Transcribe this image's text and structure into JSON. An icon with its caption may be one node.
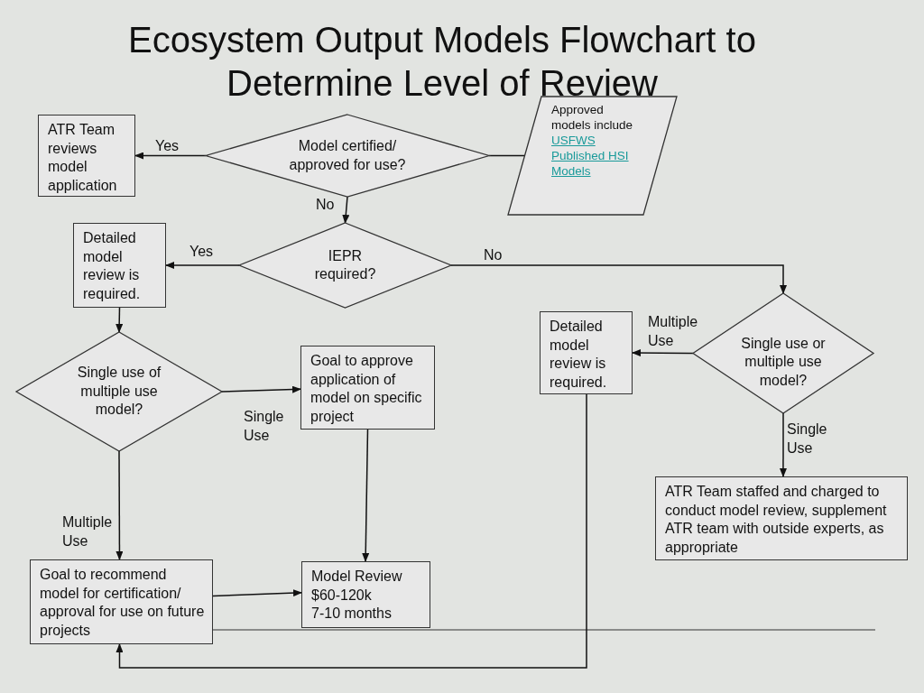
{
  "diagram": {
    "title": "Ecosystem Output Models Flowchart to Determine Level of Review",
    "nodes": [
      {
        "text": [
          "ATR Team reviews model application"
        ]
      },
      {
        "text": [
          "Model certified/ approved for use?"
        ]
      },
      {
        "text": [
          "Approved models include",
          "USFWS Published HSI Models"
        ]
      },
      {
        "text": [
          "Detailed model review is required."
        ]
      },
      {
        "text": [
          "IEPR required?"
        ]
      },
      {
        "text": [
          "Detailed model review is required."
        ]
      },
      {
        "text": [
          "Single use or multiple use model?"
        ]
      },
      {
        "text": [
          "Single use of multiple use model?"
        ]
      },
      {
        "text": [
          "Goal to approve application of model on specific project"
        ]
      },
      {
        "text": [
          "ATR Team staffed and charged to conduct model review, supplement ATR team with outside experts, as appropriate"
        ]
      },
      {
        "text": [
          "Goal to recommend model for certification/ approval for use on future projects"
        ]
      },
      {
        "text": [
          "Model Review",
          "$60-120k",
          "7-10 months"
        ]
      }
    ],
    "edges": [
      {
        "from": 1,
        "to": 0,
        "arrow": "to",
        "label": "Yes"
      },
      {
        "from": 1,
        "to": 4,
        "arrow": "to",
        "label": "No"
      },
      {
        "from": 1,
        "to": 2,
        "arrow": "none"
      },
      {
        "from": 4,
        "to": 3,
        "arrow": "to",
        "label": "Yes"
      },
      {
        "from": 4,
        "to": 6,
        "arrow": "to",
        "label": "No"
      },
      {
        "from": 6,
        "to": 5,
        "arrow": "to",
        "label": "Multiple Use"
      },
      {
        "from": 6,
        "to": 9,
        "arrow": "to",
        "label": "Single Use"
      },
      {
        "from": 3,
        "to": 7,
        "arrow": "to"
      },
      {
        "from": 7,
        "to": 8,
        "arrow": "to",
        "label": "Single Use"
      },
      {
        "from": 7,
        "to": 10,
        "arrow": "to",
        "label": "Multiple Use"
      },
      {
        "from": 8,
        "to": 11,
        "arrow": "to"
      },
      {
        "from": 10,
        "to": 11,
        "arrow": "to"
      },
      {
        "from": 5,
        "to": 10,
        "arrow": "to"
      }
    ]
  }
}
